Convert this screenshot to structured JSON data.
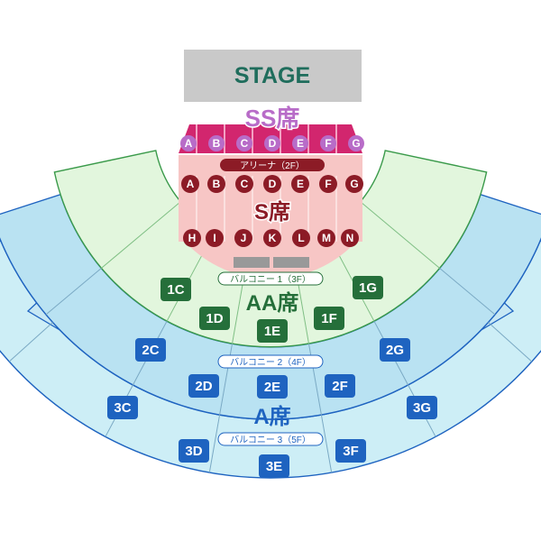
{
  "stage": {
    "label": "STAGE"
  },
  "categories": {
    "ss": "SS席",
    "s": "S席",
    "aa": "AA席",
    "a": "A席"
  },
  "ss_blocks": [
    "A",
    "B",
    "C",
    "D",
    "E",
    "F",
    "G"
  ],
  "arena_label": "アリーナ（2F）",
  "arena_front_blocks": [
    "A",
    "B",
    "C",
    "D",
    "E",
    "F",
    "G"
  ],
  "arena_rear_blocks": [
    "H",
    "I",
    "J",
    "K",
    "L",
    "M",
    "N"
  ],
  "balcony1": {
    "label": "バルコニー 1（3F）",
    "blocks": {
      "c": "1C",
      "d": "1D",
      "e": "1E",
      "f": "1F",
      "g": "1G"
    }
  },
  "balcony2": {
    "label": "バルコニー 2（4F）",
    "blocks": {
      "c": "2C",
      "d": "2D",
      "e": "2E",
      "f": "2F",
      "g": "2G"
    }
  },
  "balcony3": {
    "label": "バルコニー 3（5F）",
    "blocks": {
      "c": "3C",
      "d": "3D",
      "e": "3E",
      "f": "3F",
      "g": "3G"
    }
  },
  "colors": {
    "stage_fill": "#c9c9c9",
    "ss_fill": "#d2266e",
    "ss_block": "#b86cc8",
    "arena_fill": "#f7c6c5",
    "arena_block": "#8c1b26",
    "s_label": "#8c1b26",
    "balcony1_fill": "#e2f6dd",
    "balcony1_block": "#256f3a",
    "balcony2_fill": "#b9e2f2",
    "balcony3_fill": "#cdeef6",
    "blue_block": "#1e63c0",
    "a_label": "#1e63c0"
  }
}
